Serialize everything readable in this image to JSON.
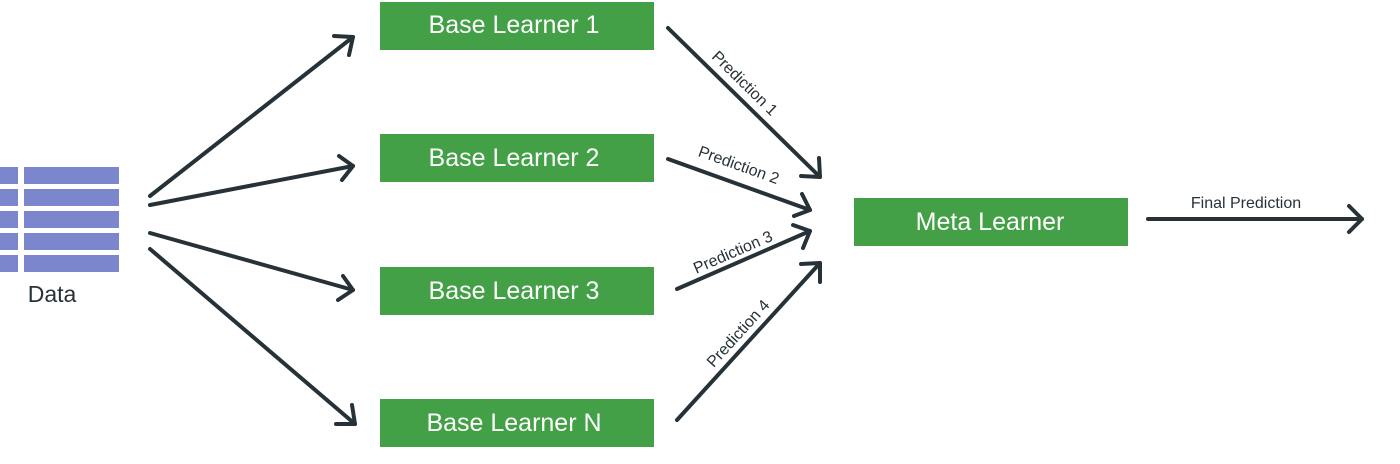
{
  "diagram": {
    "data_source": {
      "label": "Data",
      "icon": "table-icon",
      "color": "#7b86cc",
      "rows": 5
    },
    "base_learners": [
      {
        "label": "Base Learner 1"
      },
      {
        "label": "Base Learner 2"
      },
      {
        "label": "Base Learner 3"
      },
      {
        "label": "Base Learner N"
      }
    ],
    "predictions": [
      {
        "label": "Prediction 1"
      },
      {
        "label": "Prediction 2"
      },
      {
        "label": "Prediction 3"
      },
      {
        "label": "Prediction 4"
      }
    ],
    "meta_learner": {
      "label": "Meta Learner"
    },
    "final_output": {
      "label": "Final Prediction"
    },
    "colors": {
      "box_fill": "#43a047",
      "box_text": "#ffffff",
      "arrow": "#263238",
      "text": "#263238",
      "table_fill": "#7b86cc"
    }
  }
}
